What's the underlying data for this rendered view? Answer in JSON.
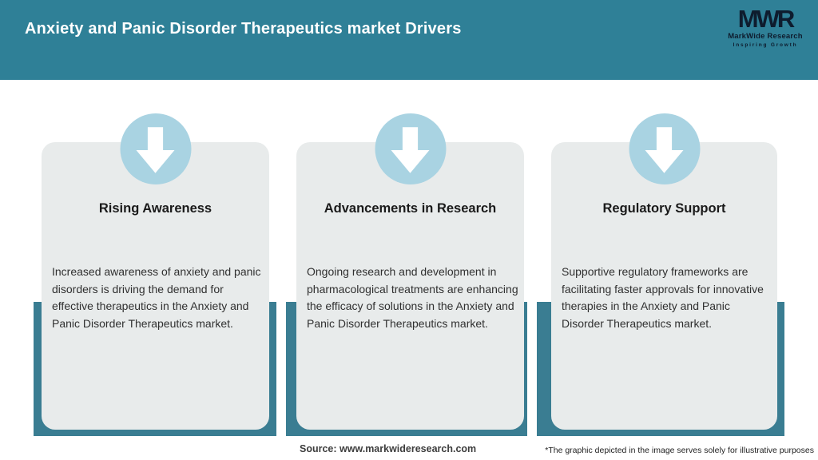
{
  "header": {
    "title": "Anxiety and Panic Disorder Therapeutics market Drivers",
    "logo": {
      "monogram": "MWR",
      "name": "MarkWide Research",
      "tagline": "Inspiring Growth"
    }
  },
  "cards": [
    {
      "icon": "down-arrow-icon",
      "title": "Rising Awareness",
      "description": "Increased awareness of anxiety and panic disorders is driving the demand for effective therapeutics in the Anxiety and Panic Disorder Therapeutics market."
    },
    {
      "icon": "down-arrow-icon",
      "title": "Advancements in Research",
      "description": "Ongoing research and development in pharmacological treatments are enhancing the efficacy of solutions in the Anxiety and Panic Disorder Therapeutics market."
    },
    {
      "icon": "down-arrow-icon",
      "title": "Regulatory Support",
      "description": "Supportive regulatory frameworks are facilitating faster approvals for innovative therapies in the Anxiety and Panic Disorder Therapeutics market."
    }
  ],
  "footer": {
    "source": "Source: www.markwideresearch.com",
    "disclaimer": "*The graphic depicted in the image serves solely for illustrative purposes"
  },
  "colors": {
    "header_teal": "#2F8097",
    "backing_teal": "#3A7D92",
    "card_gray": "#E8EBEB",
    "circle_blue": "#A9D3E2",
    "arrow_white": "#FFFFFF",
    "logo_navy": "#0E1C2E",
    "title_white": "#FFFFFF"
  }
}
